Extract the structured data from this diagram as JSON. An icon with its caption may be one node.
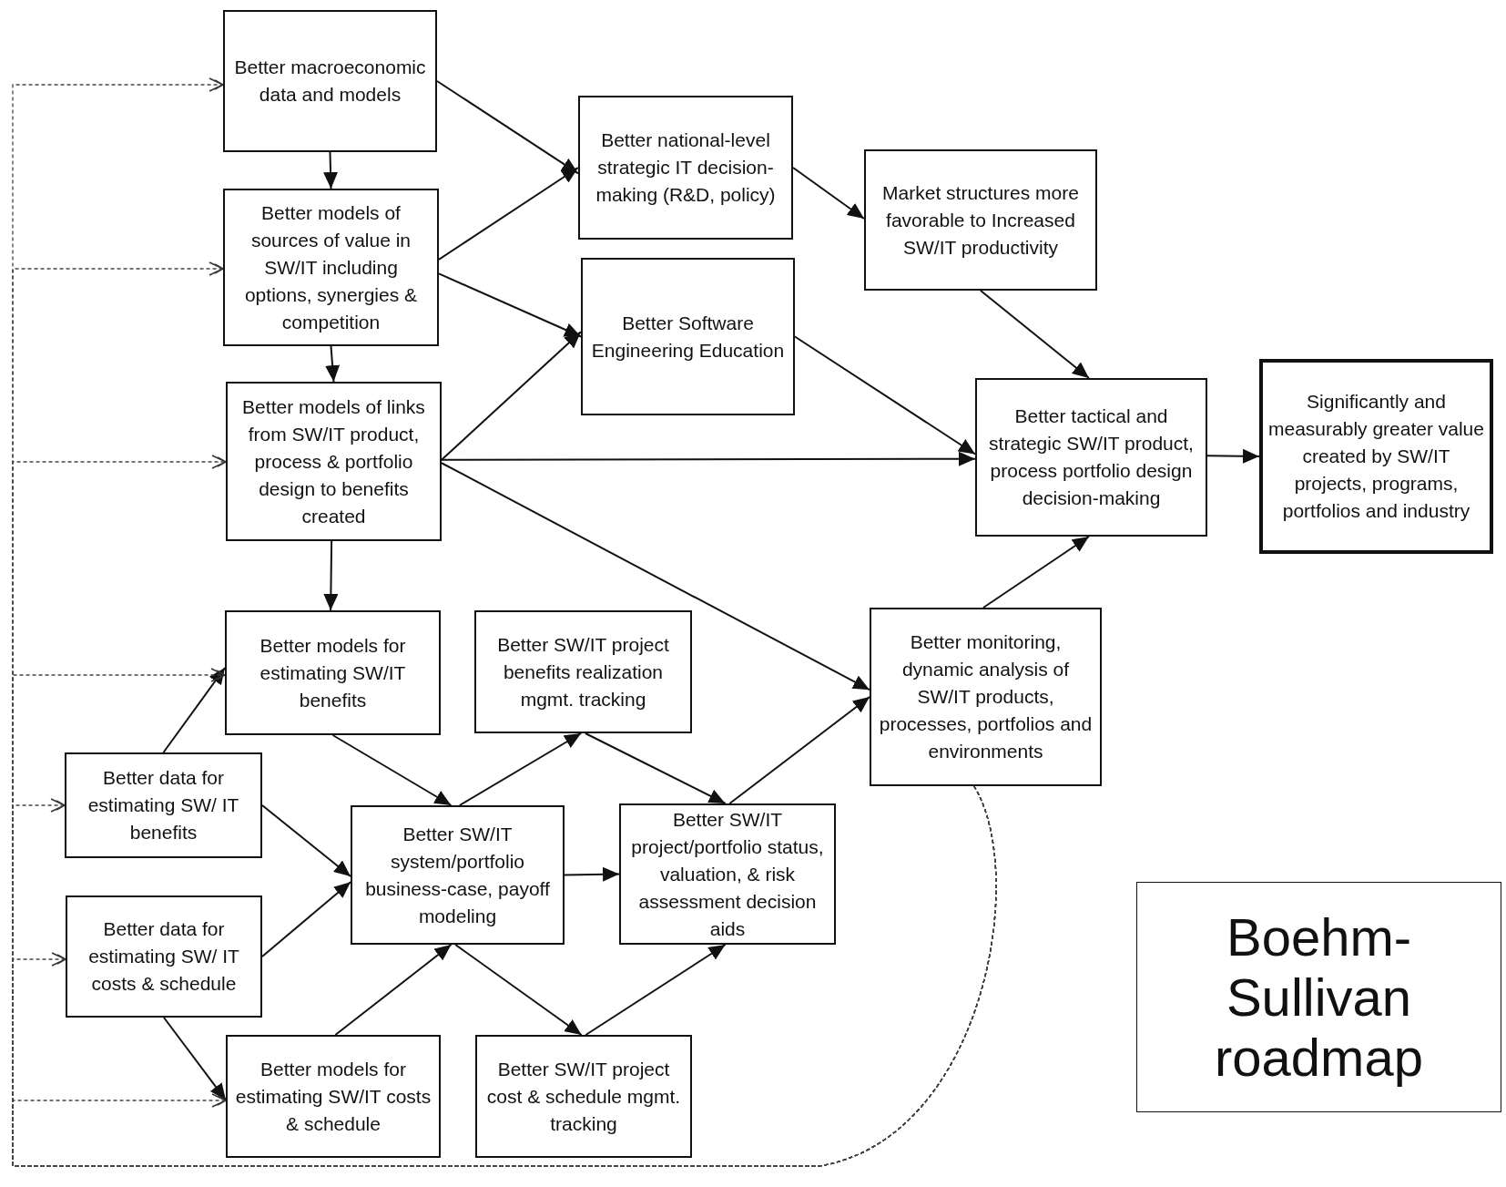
{
  "diagram": {
    "nodes": [
      {
        "text": [
          "Better macroeconomic data and models"
        ]
      },
      {
        "text": [
          "Better models of sources of value in SW/IT including options, synergies & competition"
        ]
      },
      {
        "text": [
          "Better models of links from SW/IT product, process & portfolio design to benefits created"
        ]
      },
      {
        "text": [
          "Better national-level strategic IT decision-making (R&D, policy)"
        ]
      },
      {
        "text": [
          "Market structures more favorable to Increased SW/IT productivity"
        ]
      },
      {
        "text": [
          "Better Software Engineering Education"
        ]
      },
      {
        "text": [
          "Better tactical and strategic SW/IT product, process portfolio design decision-making"
        ]
      },
      {
        "text": [
          "Significantly and measurably greater value created by SW/IT projects, programs, portfolios and industry"
        ]
      },
      {
        "text": [
          "Better models for estimating SW/IT benefits"
        ]
      },
      {
        "text": [
          "Better SW/IT project benefits realization mgmt. tracking"
        ]
      },
      {
        "text": [
          "Better monitoring, dynamic analysis of SW/IT products, processes, portfolios and environments"
        ]
      },
      {
        "text": [
          "Better data for estimating SW/ IT benefits"
        ]
      },
      {
        "text": [
          "Better SW/IT system/portfolio business-case, payoff modeling"
        ]
      },
      {
        "text": [
          "Better SW/IT project/portfolio status, valuation, & risk assessment decision aids"
        ]
      },
      {
        "text": [
          "Better data for estimating SW/ IT costs & schedule"
        ]
      },
      {
        "text": [
          "Better models for estimating SW/IT costs & schedule"
        ]
      },
      {
        "text": [
          "Better SW/IT project cost & schedule mgmt. tracking"
        ]
      },
      {
        "text": [
          "Boehm-Sullivan roadmap"
        ]
      }
    ],
    "edges": [
      {
        "from": 0,
        "to": 1,
        "arrow": "to"
      },
      {
        "from": 1,
        "to": 2,
        "arrow": "to"
      },
      {
        "from": 2,
        "to": 8,
        "arrow": "to"
      },
      {
        "from": 0,
        "to": 3,
        "arrow": "to"
      },
      {
        "from": 1,
        "to": 3,
        "arrow": "to"
      },
      {
        "from": 1,
        "to": 5,
        "arrow": "to"
      },
      {
        "from": 2,
        "to": 5,
        "arrow": "to"
      },
      {
        "from": 2,
        "to": 6,
        "arrow": "to"
      },
      {
        "from": 2,
        "to": 10,
        "arrow": "to"
      },
      {
        "from": 3,
        "to": 4,
        "arrow": "to"
      },
      {
        "from": 4,
        "to": 6,
        "arrow": "to"
      },
      {
        "from": 5,
        "to": 6,
        "arrow": "to"
      },
      {
        "from": 10,
        "to": 6,
        "arrow": "to"
      },
      {
        "from": 6,
        "to": 7,
        "arrow": "to"
      },
      {
        "from": 11,
        "to": 8,
        "arrow": "to"
      },
      {
        "from": 11,
        "to": 12,
        "arrow": "to"
      },
      {
        "from": 14,
        "to": 12,
        "arrow": "to"
      },
      {
        "from": 14,
        "to": 15,
        "arrow": "to"
      },
      {
        "from": 15,
        "to": 12,
        "arrow": "to"
      },
      {
        "from": 8,
        "to": 12,
        "arrow": "to"
      },
      {
        "from": 12,
        "to": 9,
        "arrow": "to"
      },
      {
        "from": 9,
        "to": 13,
        "arrow": "to"
      },
      {
        "from": 12,
        "to": 16,
        "arrow": "to"
      },
      {
        "from": 16,
        "to": 13,
        "arrow": "to"
      },
      {
        "from": 12,
        "to": 13,
        "arrow": "to"
      },
      {
        "from": 13,
        "to": 10,
        "arrow": "to"
      },
      {
        "from": 10,
        "to": 0,
        "arrow": "to",
        "style": "dashed"
      },
      {
        "from": 10,
        "to": 1,
        "arrow": "to",
        "style": "dashed"
      },
      {
        "from": 10,
        "to": 2,
        "arrow": "to",
        "style": "dashed"
      },
      {
        "from": 10,
        "to": 8,
        "arrow": "to",
        "style": "dashed"
      },
      {
        "from": 10,
        "to": 11,
        "arrow": "to",
        "style": "dashed"
      },
      {
        "from": 10,
        "to": 14,
        "arrow": "to",
        "style": "dashed"
      },
      {
        "from": 10,
        "to": 15,
        "arrow": "to",
        "style": "dashed"
      }
    ]
  }
}
